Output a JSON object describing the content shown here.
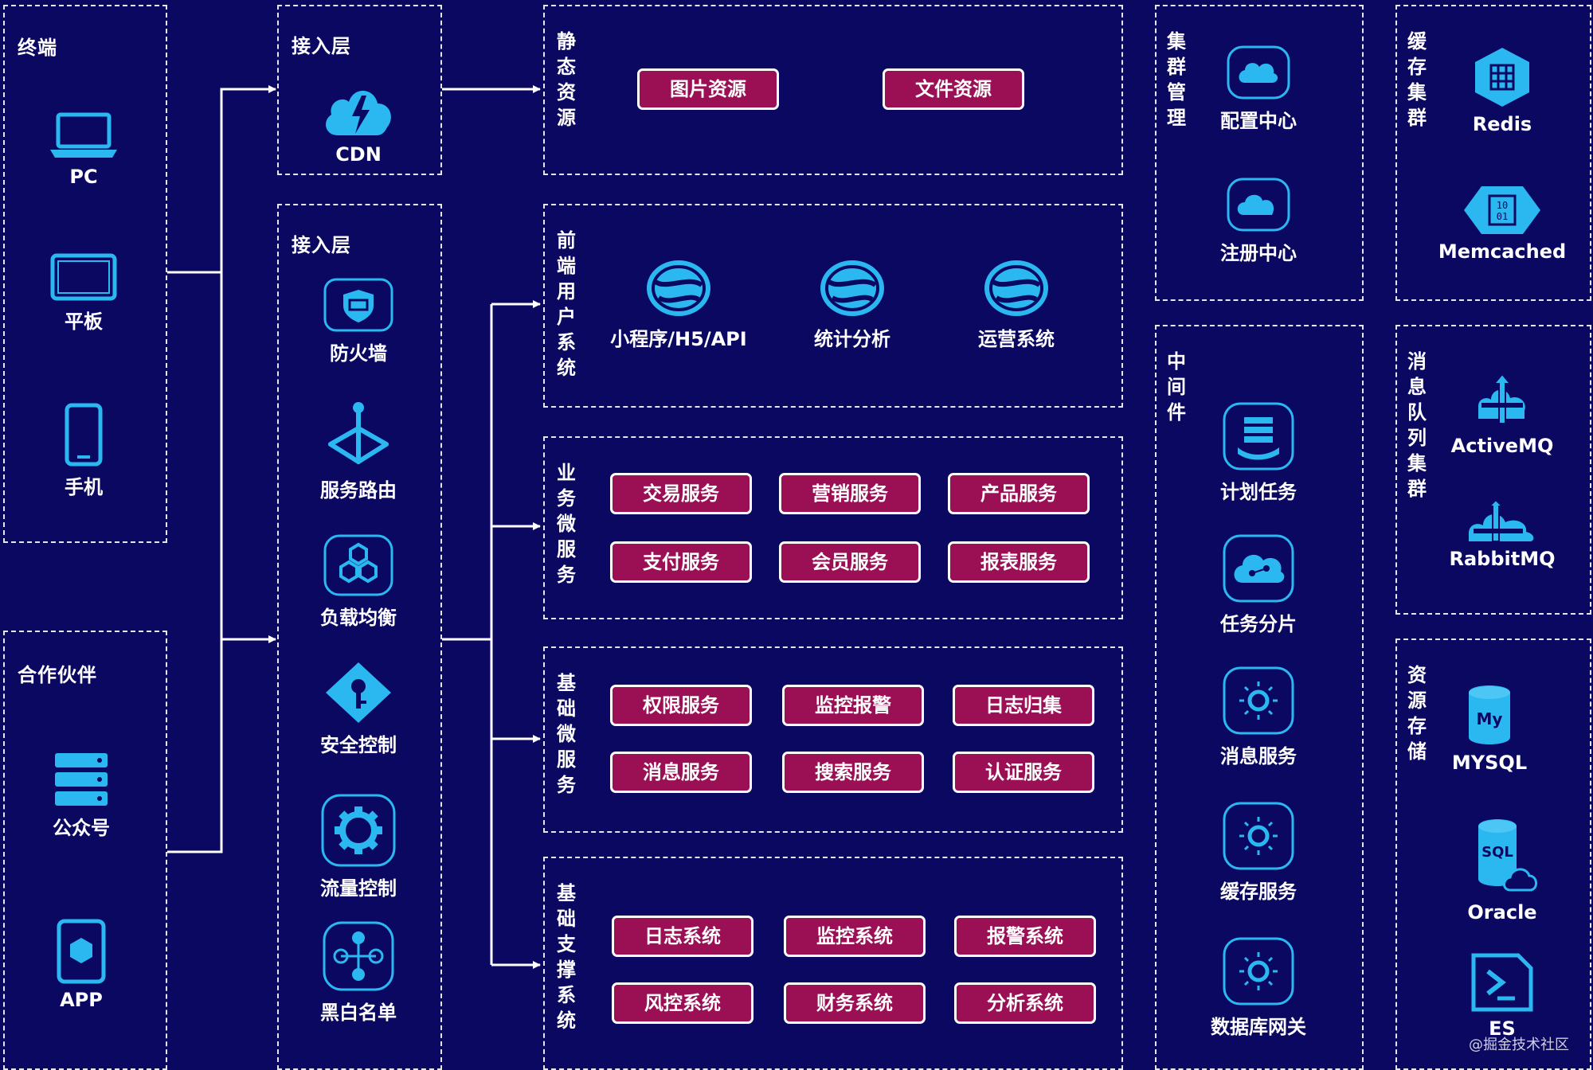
{
  "terminal": {
    "title": "终端",
    "items": [
      {
        "label": "PC"
      },
      {
        "label": "平板"
      },
      {
        "label": "手机"
      }
    ]
  },
  "partners": {
    "title": "合作伙伴",
    "items": [
      {
        "label": "公众号"
      },
      {
        "label": "APP"
      }
    ]
  },
  "access_cdn": {
    "title": "接入层",
    "item": {
      "label": "CDN"
    }
  },
  "access_layer": {
    "title": "接入层",
    "items": [
      {
        "label": "防火墙"
      },
      {
        "label": "服务路由"
      },
      {
        "label": "负载均衡"
      },
      {
        "label": "安全控制"
      },
      {
        "label": "流量控制"
      },
      {
        "label": "黑白名单"
      }
    ]
  },
  "static_resources": {
    "title": "静态资源",
    "tags": [
      "图片资源",
      "文件资源"
    ]
  },
  "frontend": {
    "title": "前端用户系统",
    "items": [
      {
        "label": "小程序/H5/API"
      },
      {
        "label": "统计分析"
      },
      {
        "label": "运营系统"
      }
    ]
  },
  "business_ms": {
    "title": "业务微服务",
    "tags": [
      "交易服务",
      "营销服务",
      "产品服务",
      "支付服务",
      "会员服务",
      "报表服务"
    ]
  },
  "basic_ms": {
    "title": "基础微服务",
    "tags": [
      "权限服务",
      "监控报警",
      "日志归集",
      "消息服务",
      "搜索服务",
      "认证服务"
    ]
  },
  "basic_support": {
    "title": "基础支撑系统",
    "tags": [
      "日志系统",
      "监控系统",
      "报警系统",
      "风控系统",
      "财务系统",
      "分析系统"
    ]
  },
  "cluster_mgmt": {
    "title": "集群管理",
    "items": [
      {
        "label": "配置中心"
      },
      {
        "label": "注册中心"
      }
    ]
  },
  "middleware": {
    "title": "中间件",
    "items": [
      {
        "label": "计划任务"
      },
      {
        "label": "任务分片"
      },
      {
        "label": "消息服务"
      },
      {
        "label": "缓存服务"
      },
      {
        "label": "数据库网关"
      }
    ]
  },
  "cache_cluster": {
    "title": "缓存集群",
    "items": [
      {
        "label": "Redis"
      },
      {
        "label": "Memcached"
      }
    ]
  },
  "mq_cluster": {
    "title": "消息队列集群",
    "items": [
      {
        "label": "ActiveMQ"
      },
      {
        "label": "RabbitMQ"
      }
    ]
  },
  "storage": {
    "title": "资源存储",
    "items": [
      {
        "label": "MYSQL"
      },
      {
        "label": "Oracle"
      },
      {
        "label": "ES"
      }
    ]
  },
  "watermark": "@掘金技术社区",
  "colors": {
    "background": "#0b0862",
    "tag": "#9b0f55",
    "icon": "#2bb7f0",
    "line": "#ffffff"
  }
}
